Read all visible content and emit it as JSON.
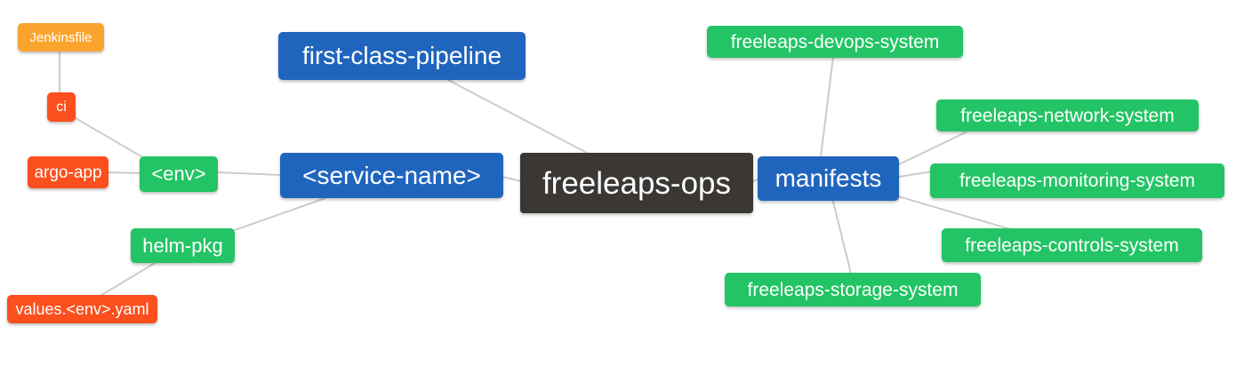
{
  "diagram": {
    "type": "mindmap",
    "root_id": "root"
  },
  "palette": {
    "root_bg": "#3a3734",
    "branch_bg": "#2065bd",
    "green_bg": "#23c465",
    "orange_bg": "#fba42d",
    "red_bg": "#fb4f1d",
    "edge": "#cccccc",
    "node_text": "#ffffff",
    "canvas_bg": "#ffffff"
  },
  "nodes": {
    "root": {
      "label": "freeleaps-ops",
      "color": "#3a3734"
    },
    "first_class_pipeline": {
      "label": "first-class-pipeline",
      "color": "#2065bd"
    },
    "service_name": {
      "label": "<service-name>",
      "color": "#2065bd"
    },
    "manifests": {
      "label": "manifests",
      "color": "#2065bd"
    },
    "env": {
      "label": "<env>",
      "color": "#23c465"
    },
    "helm_pkg": {
      "label": "helm-pkg",
      "color": "#23c465"
    },
    "ci": {
      "label": "ci",
      "color": "#fb4f1d"
    },
    "argo_app": {
      "label": "argo-app",
      "color": "#fb4f1d"
    },
    "values_env_yaml": {
      "label": "values.<env>.yaml",
      "color": "#fb4f1d"
    },
    "jenkinsfile": {
      "label": "Jenkinsfile",
      "color": "#fba42d"
    },
    "devops_system": {
      "label": "freeleaps-devops-system",
      "color": "#23c465"
    },
    "network_system": {
      "label": "freeleaps-network-system",
      "color": "#23c465"
    },
    "monitoring_system": {
      "label": "freeleaps-monitoring-system",
      "color": "#23c465"
    },
    "controls_system": {
      "label": "freeleaps-controls-system",
      "color": "#23c465"
    },
    "storage_system": {
      "label": "freeleaps-storage-system",
      "color": "#23c465"
    }
  },
  "edges": [
    [
      "jenkinsfile",
      "ci"
    ],
    [
      "ci",
      "env"
    ],
    [
      "argo_app",
      "env"
    ],
    [
      "env",
      "service_name"
    ],
    [
      "service_name",
      "root"
    ],
    [
      "service_name",
      "helm_pkg"
    ],
    [
      "helm_pkg",
      "values_env_yaml"
    ],
    [
      "first_class_pipeline",
      "root"
    ],
    [
      "root",
      "manifests"
    ],
    [
      "manifests",
      "devops_system"
    ],
    [
      "manifests",
      "network_system"
    ],
    [
      "manifests",
      "monitoring_system"
    ],
    [
      "manifests",
      "controls_system"
    ],
    [
      "manifests",
      "storage_system"
    ]
  ]
}
